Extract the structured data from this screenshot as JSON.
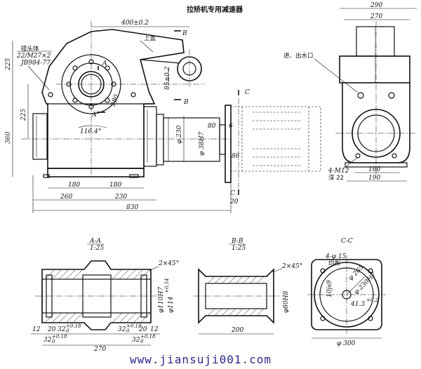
{
  "title": "拉矫机专用减速器",
  "watermark": "www.jiansuji001.com",
  "labels": {
    "cover": "上盖",
    "inlet_outlet": "进、出水口",
    "connector": "接头体",
    "connector_thread": "22/M27×2",
    "standard": "JB984-77",
    "tapped_holes": "4-M12",
    "tapped_depth": "深 22",
    "holes_cc": "4-φ 15",
    "holes_cc_2": "均布"
  },
  "sections": {
    "aa": {
      "name": "A-A",
      "scale": "1:25"
    },
    "bb": {
      "name": "B-B",
      "scale": "1:25"
    },
    "cc": {
      "name": "C-C"
    }
  },
  "markers": {
    "a": "A",
    "b": "B",
    "c": "C"
  },
  "dims": {
    "top_400": "400±0.2",
    "d85": "85±0.2",
    "r280": "280",
    "ang_116": "116.4°",
    "h225a": "225",
    "h225b": "225",
    "h360": "360",
    "phi230": "φ 230",
    "phi38": "φ 38H7",
    "d80": "80",
    "d6": "6",
    "d86": "86",
    "d20": "20",
    "w180a": "180",
    "w180b": "180",
    "w260": "260",
    "w230": "230",
    "w830": "830",
    "w290": "290",
    "w270": "270",
    "w160": "160",
    "w190": "190",
    "chamfer_a": "2×45°",
    "phi110": "φ110H7",
    "phi114": "φ114",
    "phi114_tol": "+0.54",
    "aa_12a": "12",
    "aa_20a": "20",
    "aa_32a": "32",
    "aa_32a_tol_up": "+0.18",
    "aa_32a_tol_lo": "0",
    "aa_32b": "32",
    "aa_32b_tol_up": "+0.18",
    "aa_32b_tol_lo": "0",
    "aa_20b": "20",
    "aa_12b": "12",
    "aa_32c": "32",
    "aa_32c_tol_up": "+0.18",
    "aa_32c_tol_lo": "0",
    "aa_32d": "32",
    "aa_32d_tol_up": "+0.18",
    "aa_32d_tol_lo": "0",
    "aa_270": "270",
    "chamfer_b": "2×45°",
    "phi80": "φ80H8",
    "bb_200": "200",
    "phi265": "φ 265",
    "phi230h7": "φ 230H7",
    "d10": "10js9",
    "d41": "41.3",
    "d41_tol": "+0.2",
    "phi300": "φ 300"
  }
}
